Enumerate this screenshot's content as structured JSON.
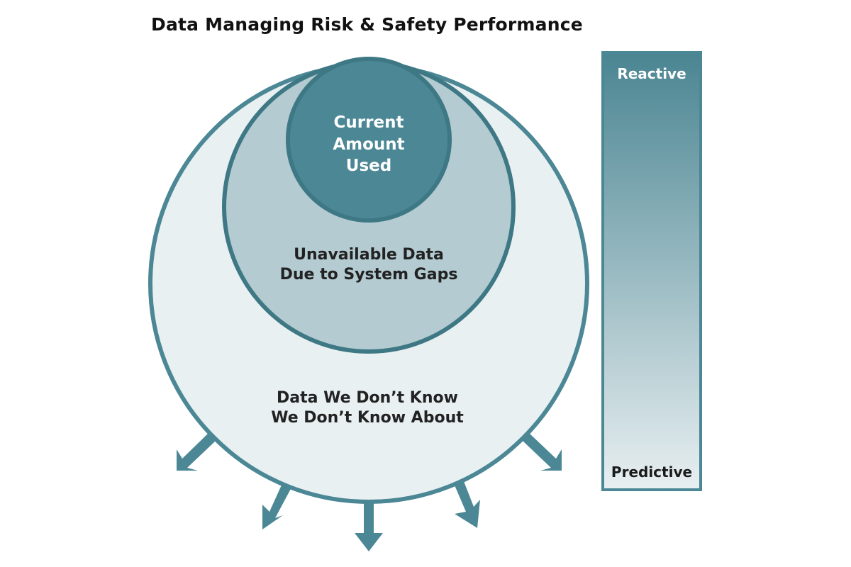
{
  "title": "Data Managing Risk & Safety Performance",
  "circles": {
    "inner": {
      "lines": [
        "Current",
        "Amount",
        "Used"
      ]
    },
    "middle": {
      "lines": [
        "Unavailable Data",
        "Due to System Gaps"
      ]
    },
    "outer": {
      "lines": [
        "Data We Don’t Know",
        "We Don’t Know About"
      ]
    }
  },
  "scale": {
    "top_label": "Reactive",
    "bottom_label": "Predictive"
  },
  "colors": {
    "teal": "#4b8795",
    "teal_dark": "#3f7885",
    "middle_fill": "#b3cbd1",
    "outer_fill": "#e9f0f2",
    "gradient_top": "#4a8592",
    "gradient_bottom": "#e8eff1"
  }
}
